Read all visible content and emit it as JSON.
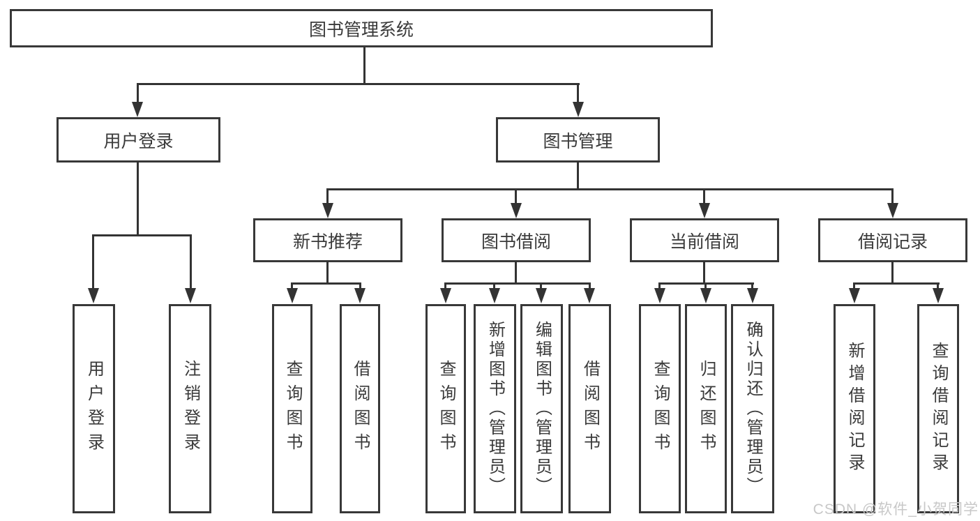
{
  "tree": {
    "label": "图书管理系统",
    "children": [
      {
        "label": "用户登录",
        "children": [
          {
            "label": "用户登录"
          },
          {
            "label": "注销登录"
          }
        ]
      },
      {
        "label": "图书管理",
        "children": [
          {
            "label": "新书推荐",
            "children": [
              {
                "label": "查询图书"
              },
              {
                "label": "借阅图书"
              }
            ]
          },
          {
            "label": "图书借阅",
            "children": [
              {
                "label": "查询图书"
              },
              {
                "label": "新增图书（管理员）"
              },
              {
                "label": "编辑图书（管理员）"
              },
              {
                "label": "借阅图书"
              }
            ]
          },
          {
            "label": "当前借阅",
            "children": [
              {
                "label": "查询图书"
              },
              {
                "label": "归还图书"
              },
              {
                "label": "确认归还（管理员）"
              }
            ]
          },
          {
            "label": "借阅记录",
            "children": [
              {
                "label": "新增借阅记录"
              },
              {
                "label": "查询借阅记录"
              }
            ]
          }
        ]
      }
    ]
  },
  "watermark": {
    "text": "CSDN @软件_小贺同学"
  },
  "colors": {
    "line": "#333333",
    "box_border": "#383838",
    "text": "#3a3a3a",
    "watermark": "#c8c8c8",
    "background": "#ffffff"
  }
}
